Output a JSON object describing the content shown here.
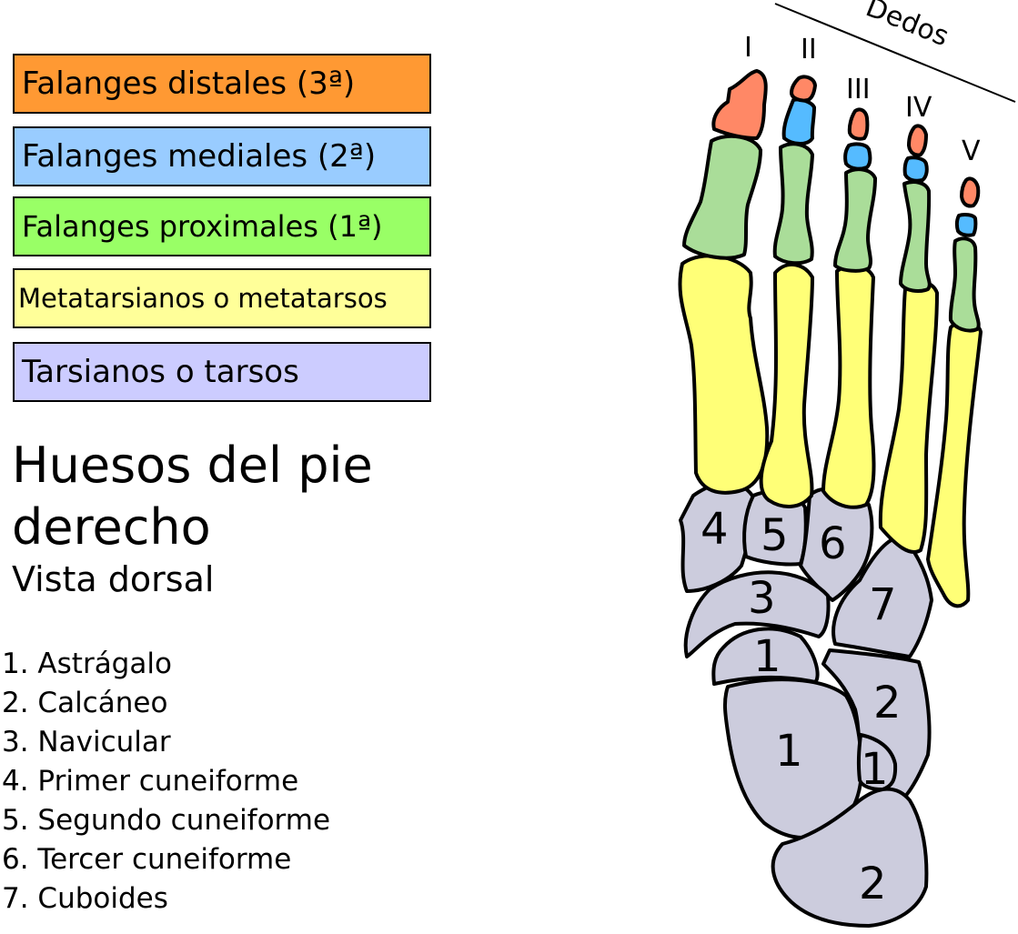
{
  "legend": {
    "distal": {
      "label": "Falanges distales (3ª)",
      "color": "#ff9933"
    },
    "medial": {
      "label": "Falanges mediales (2ª)",
      "color": "#99ccff"
    },
    "proximal": {
      "label": "Falanges proximales (1ª)",
      "color": "#99ff66"
    },
    "metatarsal": {
      "label": "Metatarsianos o metatarsos",
      "color": "#ffff99"
    },
    "tarsal": {
      "label": "Tarsianos o tarsos",
      "color": "#ccccff"
    }
  },
  "title": "Huesos del pie derecho",
  "subtitle": "Vista dorsal",
  "bones": [
    "1. Astrágalo",
    "2. Calcáneo",
    "3. Navicular",
    "4. Primer cuneiforme",
    "5. Segundo cuneiforme",
    "6. Tercer cuneiforme",
    "7. Cuboides"
  ],
  "diagram": {
    "toes_label": "Dedos",
    "toe_numerals": [
      "I",
      "II",
      "III",
      "IV",
      "V"
    ],
    "tarsal_numbers": [
      "4",
      "5",
      "6",
      "3",
      "7",
      "1",
      "2",
      "1",
      "1",
      "2"
    ],
    "colors": {
      "distal": "#ff8866",
      "medial": "#55bbff",
      "proximal": "#aadd99",
      "metatarsal": "#ffff77",
      "tarsal": "#ccccdd"
    }
  }
}
